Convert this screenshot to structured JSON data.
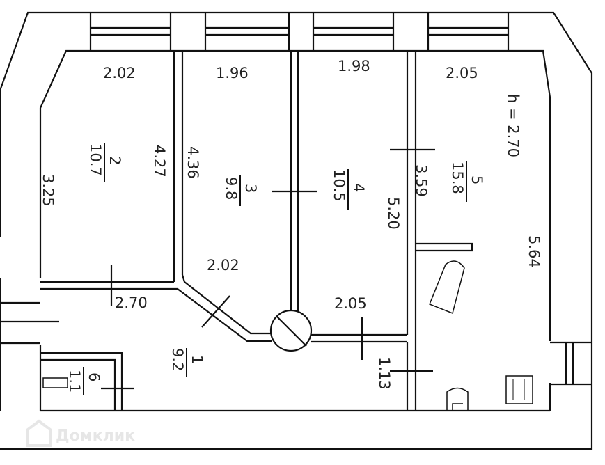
{
  "plan": {
    "ceiling_height": "h = 2.70",
    "rooms": [
      {
        "number": "1",
        "area": "9.2"
      },
      {
        "number": "2",
        "area": "10.7"
      },
      {
        "number": "3",
        "area": "9.8"
      },
      {
        "number": "4",
        "area": "10.5"
      },
      {
        "number": "5",
        "area": "15.8"
      },
      {
        "number": "6",
        "area": "1.1"
      }
    ],
    "dimensions": {
      "room2_width": "2.02",
      "room3_width": "1.96",
      "room4_width": "1.98",
      "room5_width": "2.05",
      "room2_len": "4.27",
      "room2_left": "3.25",
      "room3_len": "4.36",
      "room3_bottom": "2.02",
      "room4_len": "5.20",
      "room5_part": "3.59",
      "room5_len": "5.64",
      "hall_a": "2.70",
      "hall_b": "2.05",
      "hall_c": "1.13"
    },
    "watermark": "Домклик"
  }
}
